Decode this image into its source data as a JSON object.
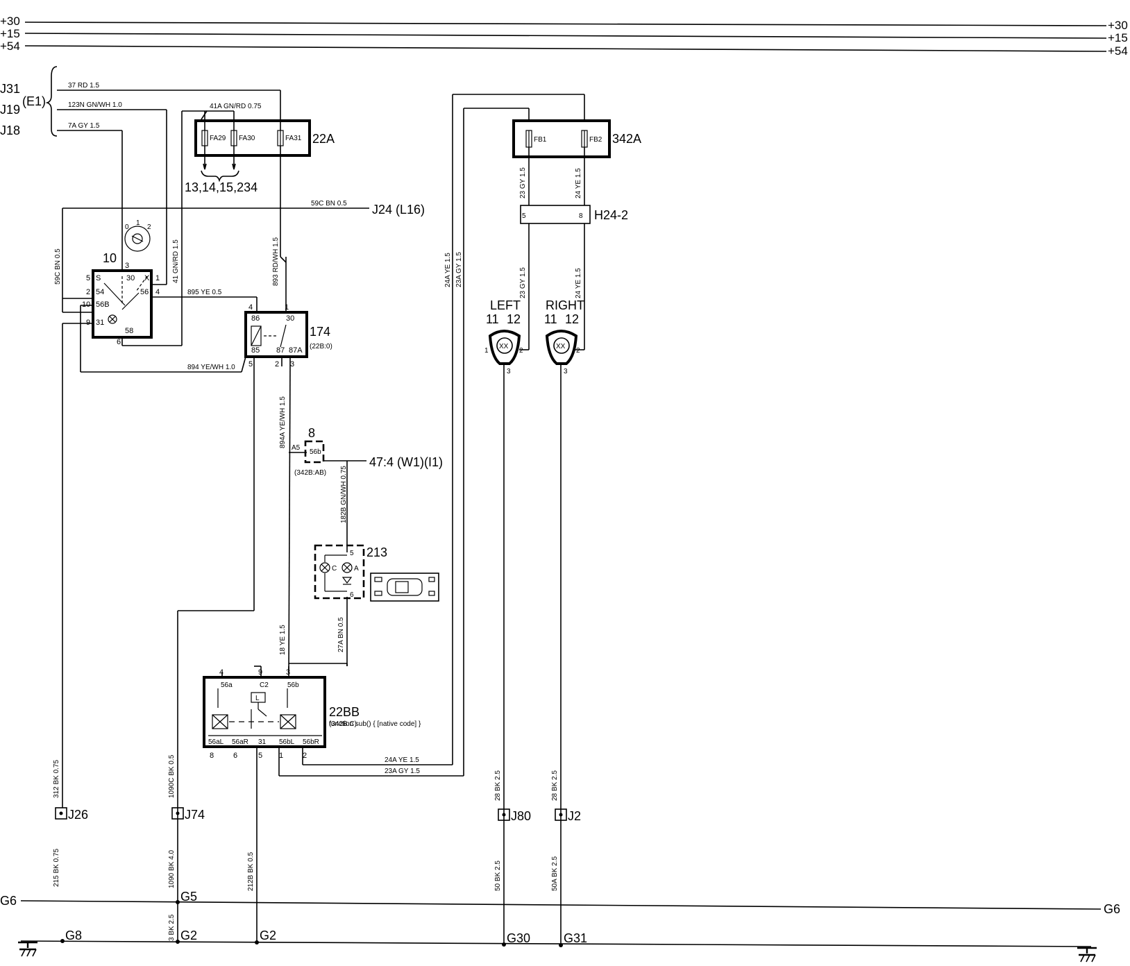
{
  "rails": {
    "p30": "+30",
    "p15": "+15",
    "p54": "+54",
    "g6": "G6"
  },
  "connectors": {
    "j31": "J31",
    "j19": "J19",
    "j18": "J18",
    "e1": "(E1)",
    "j24": "J24 (L16)",
    "w47": "47:4 (W1)(I1)"
  },
  "components": {
    "c10": "10",
    "c22a": "22A",
    "c174": "174",
    "c174sub": "(22B:0)",
    "c8": "8",
    "c8sub": "(342B:AB)",
    "c213": "213",
    "c22bb": "22BB",
    "c22bbsub": "(342B:C)",
    "c342a": "342A",
    "h24": "H24-2",
    "left": "LEFT",
    "right": "RIGHT",
    "fuse_refs": "13,14,15,234"
  },
  "fuses": {
    "fa29": "FA29",
    "fa30": "FA30",
    "fa31": "FA31",
    "fb1": "FB1",
    "fb2": "FB2"
  },
  "wires": {
    "w37": "37 RD 1.5",
    "w123n": "123N GN/WH 1.0",
    "w7a": "7A GY 1.5",
    "w41a": "41A GN/RD 0.75",
    "w59c_h": "59C BN 0.5",
    "w59c_v": "59C BN 0.5",
    "w41": "41 GN/RD 1.5",
    "w893": "893 RD/WH 1.5",
    "w895": "895 YE 0.5",
    "w894": "894 YE/WH 1.0",
    "w894a": "894A YE/WH 1.5",
    "w182b": "182B GN/WH 0.75",
    "w18": "18 YE 1.5",
    "w27a": "27A BN 0.5",
    "w24a_h": "24A YE 1.5",
    "w23a_h": "23A GY 1.5",
    "w24a_v": "24A YE 1.5",
    "w23a_v": "23A GY 1.5",
    "w23_top": "23 GY 1.5",
    "w24_top": "24 YE 1.5",
    "w23_mid": "23 GY 1.5",
    "w24_mid": "24 YE 1.5",
    "w312": "312 BK 0.75",
    "w215": "215 BK 0.75",
    "w1090c": "1090C BK 0.5",
    "w1090": "1090 BK 4.0",
    "w3bk": "3 BK 2.5",
    "w212b": "212B BK 0.5",
    "w28a": "28 BK 2.5",
    "w50": "50 BK 2.5",
    "w28b": "28 BK 2.5",
    "w50a": "50A BK 2.5"
  },
  "junctions": {
    "j26": "J26",
    "j74": "J74",
    "j80": "J80",
    "j2": "J2"
  },
  "grounds": {
    "g5": "G5",
    "g8": "G8",
    "g2a": "G2",
    "g2b": "G2",
    "g30": "G30",
    "g31": "G31"
  },
  "pins": {
    "sw10": [
      "5",
      "S",
      "2",
      "54",
      "10",
      "56B",
      "9",
      "31",
      "3",
      "30",
      "X",
      "1",
      "56",
      "4",
      "58",
      "6",
      "0",
      "1",
      "2"
    ],
    "r174": [
      "4",
      "86",
      "85",
      "5",
      "1",
      "30",
      "87",
      "87A",
      "2",
      "3"
    ],
    "c8pins": [
      "A5",
      "56b"
    ],
    "h24pins": [
      "5",
      "8"
    ],
    "c213pins": [
      "5",
      "C",
      "A",
      "6"
    ],
    "m22bb": [
      "4",
      "9",
      "3",
      "56a",
      "C2",
      "56b",
      "L",
      "56aL",
      "56aR",
      "31",
      "56bL",
      "56bR",
      "8",
      "6",
      "5",
      "1",
      "2"
    ],
    "lamp": [
      "11",
      "12",
      "1",
      "2",
      "3",
      "XX"
    ]
  }
}
